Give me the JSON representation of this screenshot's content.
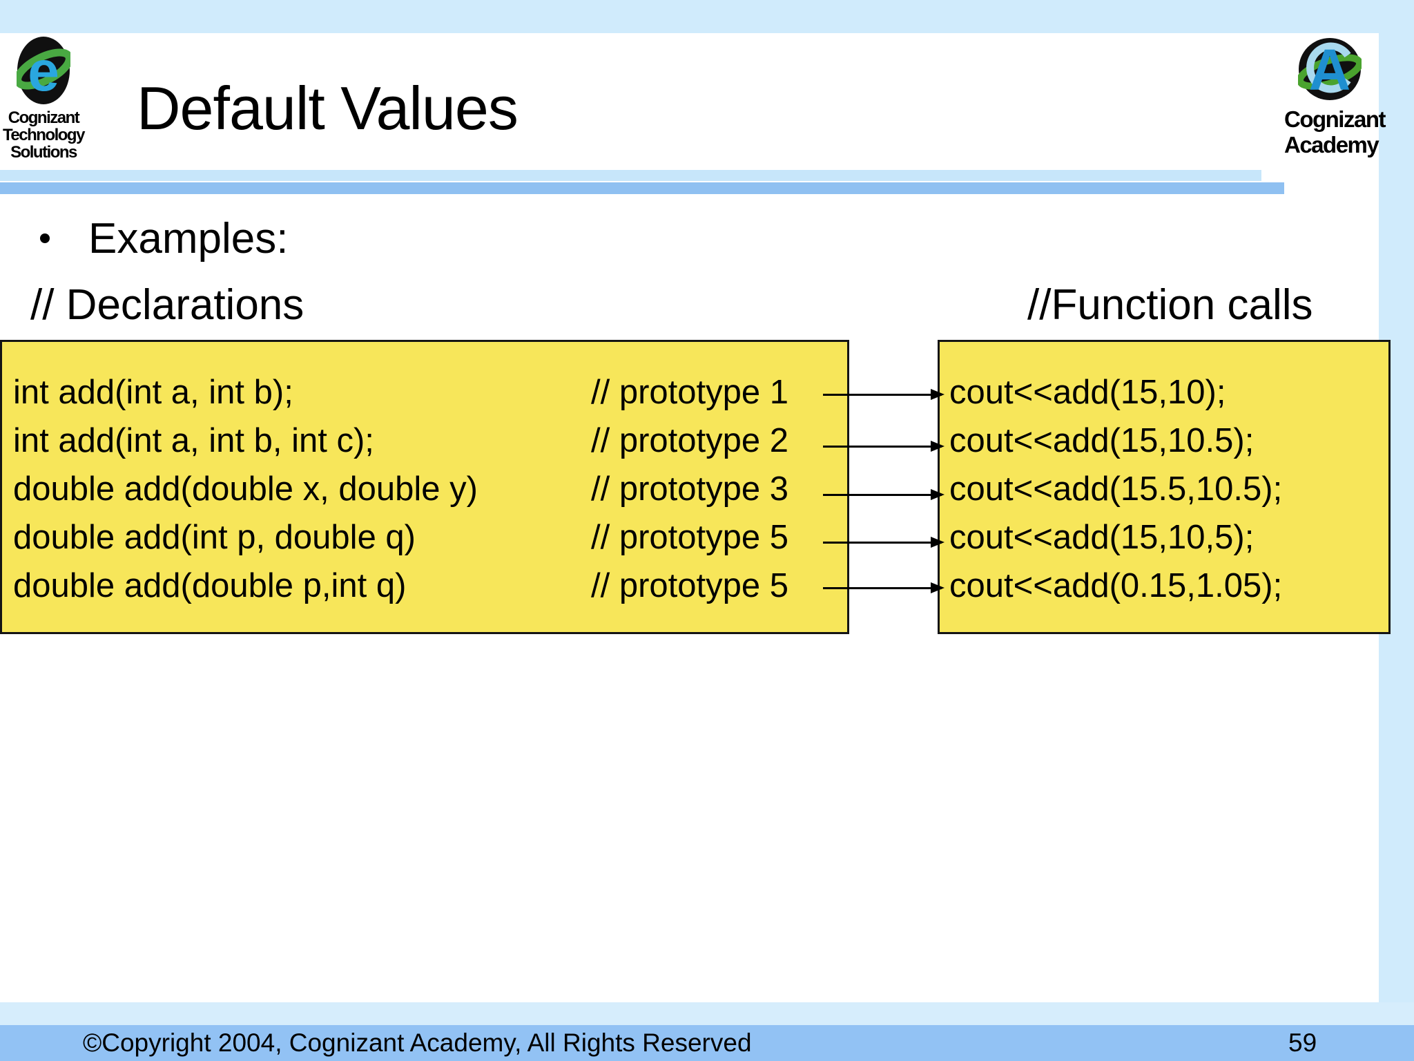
{
  "slide": {
    "title": "Default Values",
    "bullet": "Examples:",
    "left_column_header": "// Declarations",
    "right_column_header": "//Function calls",
    "footer_copyright": "©Copyright 2004, Cognizant Academy, All Rights Reserved",
    "page_number": "59"
  },
  "logos": {
    "top_left_lines": [
      "Cognizant",
      "Technology",
      "Solutions"
    ],
    "top_right_lines": [
      "Cognizant",
      "Academy"
    ]
  },
  "declarations_box": {
    "rows": [
      {
        "code": "int add(int a, int b);",
        "comment": "// prototype 1"
      },
      {
        "code": "int add(int a, int b, int c);",
        "comment": "// prototype 2"
      },
      {
        "code": "double add(double x, double y)",
        "comment": "// prototype 3"
      },
      {
        "code": "double add(int p, double q)",
        "comment": "// prototype 5"
      },
      {
        "code": "double add(double p,int q)",
        "comment": "// prototype 5"
      }
    ]
  },
  "calls_box": {
    "rows": [
      "cout<<add(15,10);",
      "cout<<add(15,10.5);",
      "cout<<add(15.5,10.5);",
      "cout<<add(15,10,5);",
      "cout<<add(0.15,1.05);"
    ]
  },
  "colors": {
    "frame_light_blue": "#d0ebfc",
    "divider_light_blue": "#c7e6fa",
    "divider_medium_blue": "#8fc0f1",
    "footer_bar_blue": "#92c2f4",
    "code_box_yellow": "#f7e65a",
    "text_black": "#000000"
  }
}
